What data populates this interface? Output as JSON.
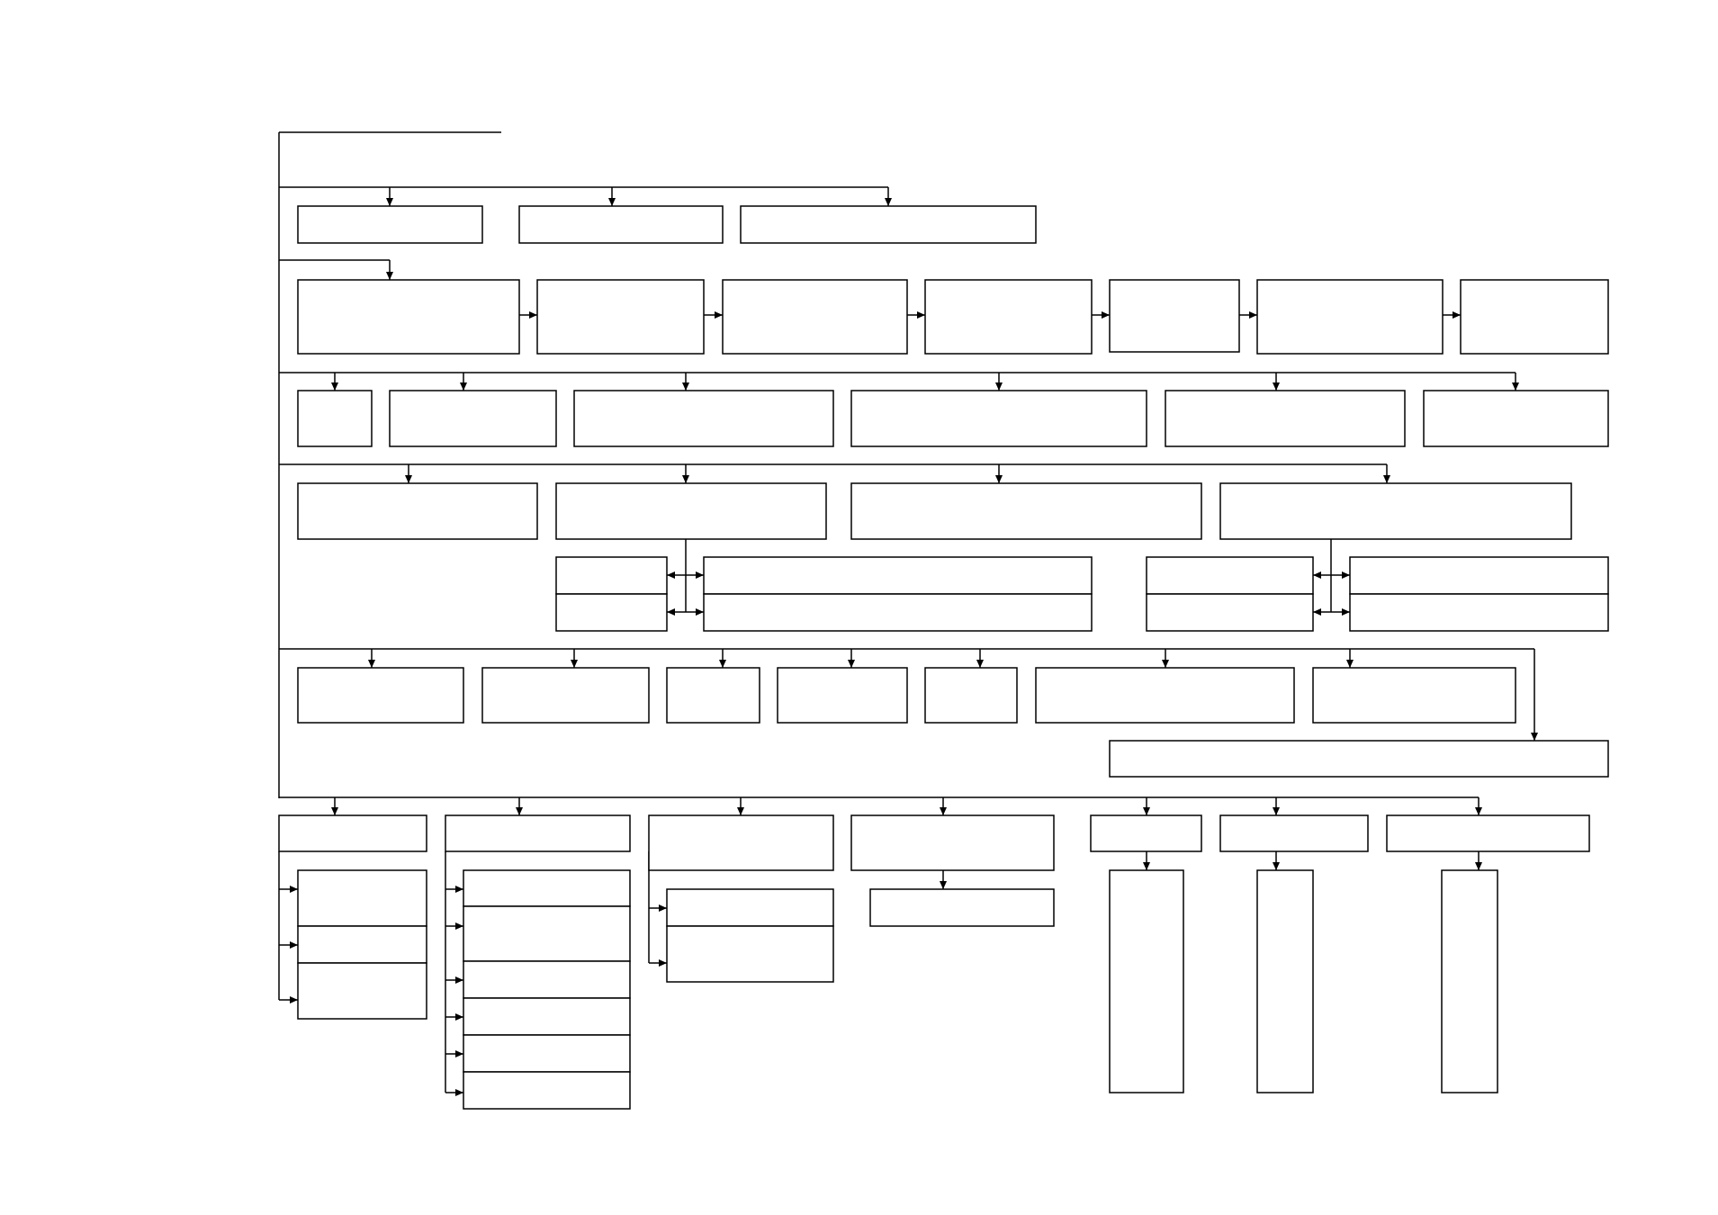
{
  "diagram": {
    "description_visible_text": "",
    "colors": {
      "stroke": "#000000",
      "fill": "#ffffff",
      "background": "#ffffff"
    },
    "rows": [
      {
        "name": "row-1",
        "box_count": 3
      },
      {
        "name": "row-2",
        "box_count": 7
      },
      {
        "name": "row-3",
        "box_count": 6
      },
      {
        "name": "row-4",
        "box_count": 4
      },
      {
        "name": "row-4-sub",
        "box_count": 8
      },
      {
        "name": "row-5",
        "box_count": 8
      },
      {
        "name": "row-6",
        "box_count": 7
      },
      {
        "name": "row-6-sub",
        "box_count": 21
      }
    ]
  }
}
